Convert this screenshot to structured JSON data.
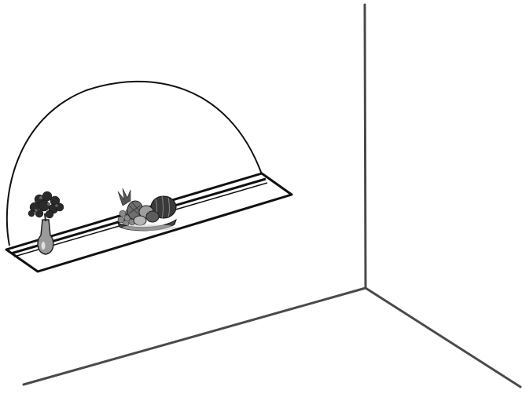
{
  "scene": {
    "background": "#ffffff",
    "line_color": "#444444",
    "outline_color": "#111111",
    "items": [
      {
        "name": "wall-corner-edges"
      },
      {
        "name": "semicircle-wall-shelf"
      },
      {
        "name": "vase-with-flowers"
      },
      {
        "name": "fruit-basket"
      }
    ]
  }
}
